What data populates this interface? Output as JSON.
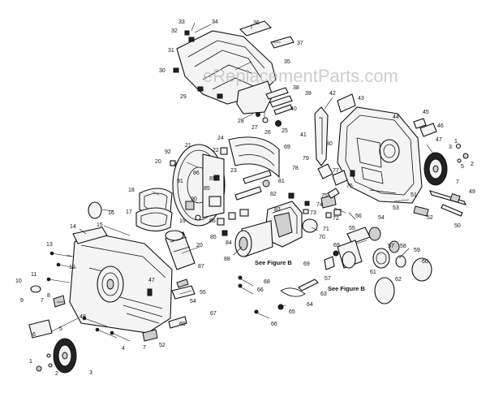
{
  "watermark": "eReplacementParts.com",
  "figure_refs": {
    "left": "See Figure B",
    "right": "See Figure B"
  },
  "callouts": {
    "c1a": "1",
    "c2a": "2",
    "c3a": "3",
    "c1b": "1",
    "c2b": "2",
    "c3b": "3",
    "c4": "4",
    "c5a": "5",
    "c5b": "5",
    "c6": "6",
    "c7a": "7",
    "c7b": "7",
    "c7c": "7",
    "c8": "8",
    "c9": "9",
    "c10": "10",
    "c11": "11",
    "c12": "12",
    "c13": "13",
    "c14": "14",
    "c15": "15",
    "c16": "16",
    "c17": "17",
    "c18": "18",
    "c19": "19",
    "c20a": "20",
    "c20b": "20",
    "c21": "21",
    "c22": "22",
    "c23": "23",
    "c24": "24",
    "c25": "25",
    "c26": "26",
    "c27": "27",
    "c28": "28",
    "c29": "29",
    "c30": "30",
    "c31": "31",
    "c32": "32",
    "c33": "33",
    "c34": "34",
    "c35": "35",
    "c36": "36",
    "c37": "37",
    "c38": "38",
    "c39": "39",
    "c40": "40",
    "c41": "41",
    "c42": "42",
    "c43": "43",
    "c44": "44",
    "c45": "45",
    "c46": "46",
    "c47a": "47",
    "c47b": "47",
    "c48": "48",
    "c49": "49",
    "c50": "50",
    "c51": "51",
    "c52a": "52",
    "c52b": "52",
    "c53": "53",
    "c54a": "54",
    "c54b": "54",
    "c55a": "55",
    "c55b": "55",
    "c56": "56",
    "c57a": "57",
    "c57b": "57",
    "c58": "58",
    "c59": "59",
    "c60": "60",
    "c61": "61",
    "c62": "62",
    "c63": "63",
    "c64": "64",
    "c65": "65",
    "c66a": "66",
    "c66b": "66",
    "c67": "67",
    "c68": "68",
    "c69a": "69",
    "c69b": "69",
    "c69c": "69",
    "c70": "70",
    "c71": "71",
    "c72": "72",
    "c73": "73",
    "c74": "74",
    "c75": "75",
    "c76": "76",
    "c77": "77",
    "c78": "78",
    "c79": "79",
    "c80": "80",
    "c81": "81",
    "c82": "82",
    "c83": "83",
    "c84": "84",
    "c85a": "85",
    "c85b": "85",
    "c86a": "86",
    "c86b": "86",
    "c87": "87",
    "c88": "88",
    "c89": "89",
    "c90": "90",
    "c91": "91",
    "c92": "92"
  }
}
